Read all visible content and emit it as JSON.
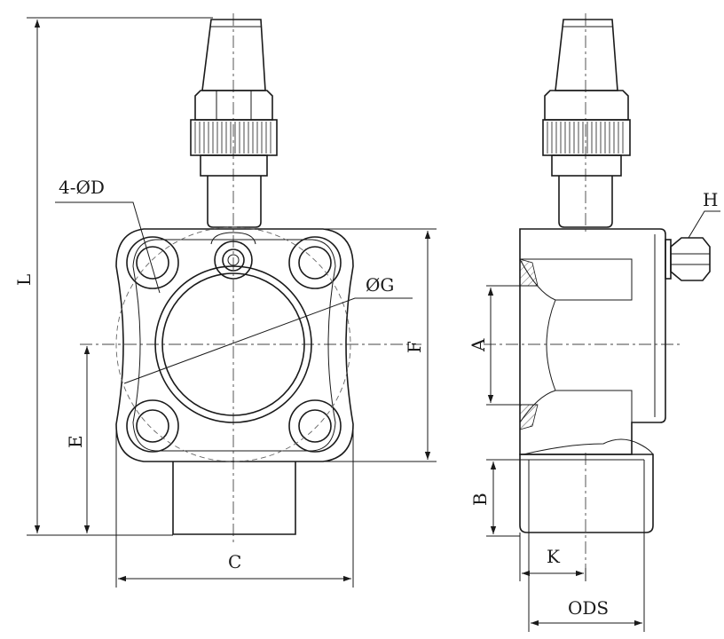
{
  "labels": {
    "L": "L",
    "D": "4-ØD",
    "G": "ØG",
    "F": "F",
    "E": "E",
    "C": "C",
    "H": "H",
    "A": "A",
    "B": "B",
    "K": "K",
    "ODS": "ODS"
  }
}
